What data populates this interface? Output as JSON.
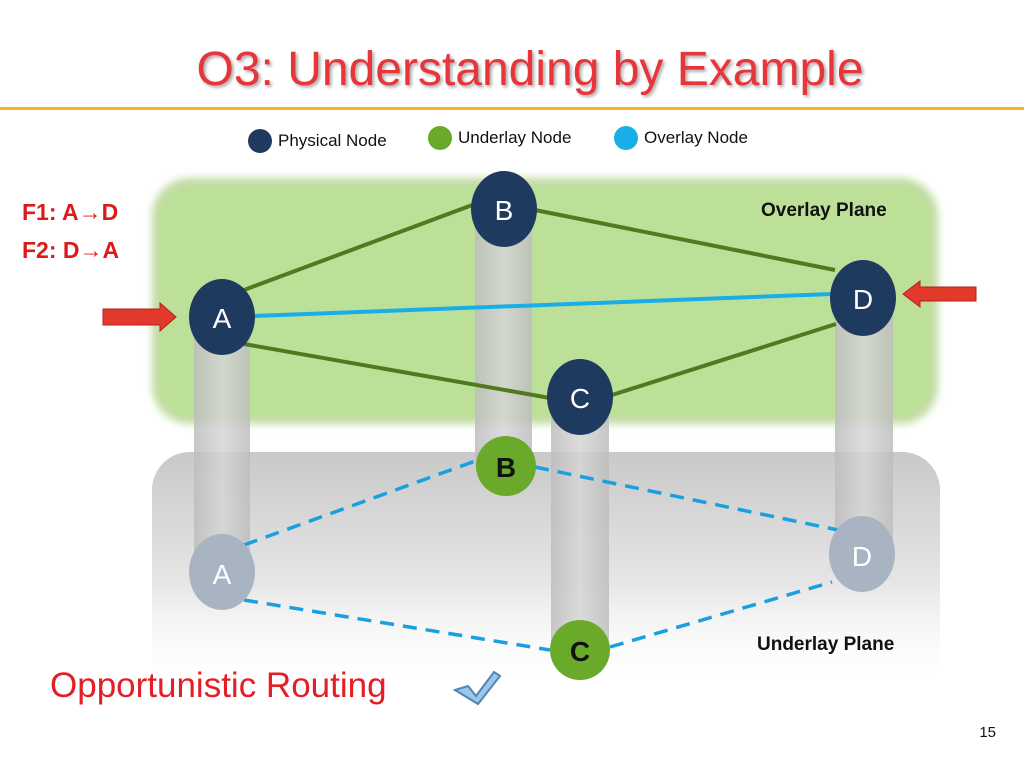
{
  "title": "O3: Understanding by Example",
  "legend": {
    "physical": {
      "label": "Physical Node",
      "color": "#1f3a5f"
    },
    "underlay": {
      "label": "Underlay Node",
      "color": "#6aaa2b"
    },
    "overlay": {
      "label": "Overlay Node",
      "color": "#1aaee8"
    }
  },
  "flows": {
    "f1": "F1: A→D",
    "f2": "F2: D→A"
  },
  "planes": {
    "overlay": "Overlay Plane",
    "underlay": "Underlay Plane"
  },
  "overlay_nodes": {
    "a": "A",
    "b": "B",
    "c": "C",
    "d": "D"
  },
  "underlay_nodes": {
    "a": "A",
    "b": "B",
    "c": "C",
    "d": "D"
  },
  "footer": "Opportunistic Routing",
  "page_number": "15",
  "colors": {
    "accent_red": "#e8353a",
    "overlay_plane": "#bde098",
    "edge_green": "#4f7a1f",
    "overlay_link": "#1aaee8",
    "underlay_link": "#1aa0e0",
    "arrow_red": "#e23a2a"
  }
}
